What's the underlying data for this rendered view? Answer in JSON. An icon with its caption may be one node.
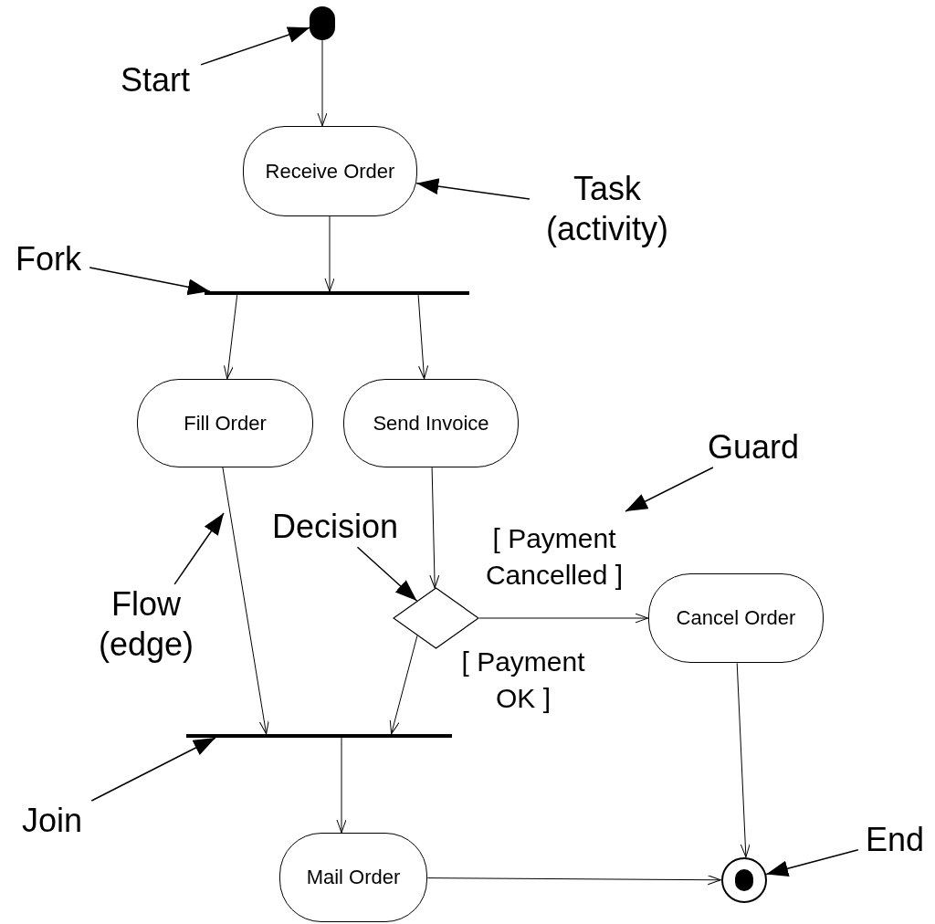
{
  "diagram": {
    "nodes": [
      {
        "text": [],
        "shape": "circle"
      },
      {
        "text": [
          "Receive Order"
        ]
      },
      {
        "text": [],
        "shape": "bar"
      },
      {
        "text": [
          "Fill Order"
        ]
      },
      {
        "text": [
          "Send Invoice"
        ]
      },
      {
        "text": [],
        "shape": "diamond"
      },
      {
        "text": [
          "Cancel Order"
        ]
      },
      {
        "text": [],
        "shape": "bar"
      },
      {
        "text": [
          "Mail Order"
        ]
      },
      {
        "text": [],
        "shape": "circle"
      },
      {
        "text": [
          "Start"
        ]
      },
      {
        "text": [
          "Task (activity)"
        ]
      },
      {
        "text": [
          "Fork"
        ]
      },
      {
        "text": [
          "Guard"
        ]
      },
      {
        "text": [
          "Decision"
        ]
      },
      {
        "text": [
          "Flow (edge)"
        ]
      },
      {
        "text": [
          "Join"
        ]
      },
      {
        "text": [
          "End"
        ]
      }
    ],
    "edges": [
      {
        "from": 0,
        "to": 1,
        "arrow": "to"
      },
      {
        "from": 1,
        "to": 2,
        "arrow": "to"
      },
      {
        "from": 2,
        "to": 3,
        "arrow": "to"
      },
      {
        "from": 2,
        "to": 4,
        "arrow": "to"
      },
      {
        "from": 4,
        "to": 5,
        "arrow": "to"
      },
      {
        "from": 5,
        "to": 6,
        "arrow": "to",
        "label": "[ Payment Cancelled ]"
      },
      {
        "from": 5,
        "to": 7,
        "arrow": "to",
        "label": "[ Payment OK ]"
      },
      {
        "from": 3,
        "to": 7,
        "arrow": "to"
      },
      {
        "from": 6,
        "to": 9,
        "arrow": "to"
      },
      {
        "from": 7,
        "to": 8,
        "arrow": "to"
      },
      {
        "from": 8,
        "to": 9,
        "arrow": "to"
      },
      {
        "from": 10,
        "to": 0,
        "arrow": "to"
      },
      {
        "from": 11,
        "to": 1,
        "arrow": "to"
      },
      {
        "from": 12,
        "to": 2,
        "arrow": "to"
      },
      {
        "from": 13,
        "to": null,
        "arrow": "to"
      },
      {
        "from": 14,
        "to": 5,
        "arrow": "to"
      },
      {
        "from": 15,
        "to": null,
        "arrow": "to"
      },
      {
        "from": 16,
        "to": 7,
        "arrow": "to"
      },
      {
        "from": 17,
        "to": 9,
        "arrow": "to"
      }
    ]
  }
}
